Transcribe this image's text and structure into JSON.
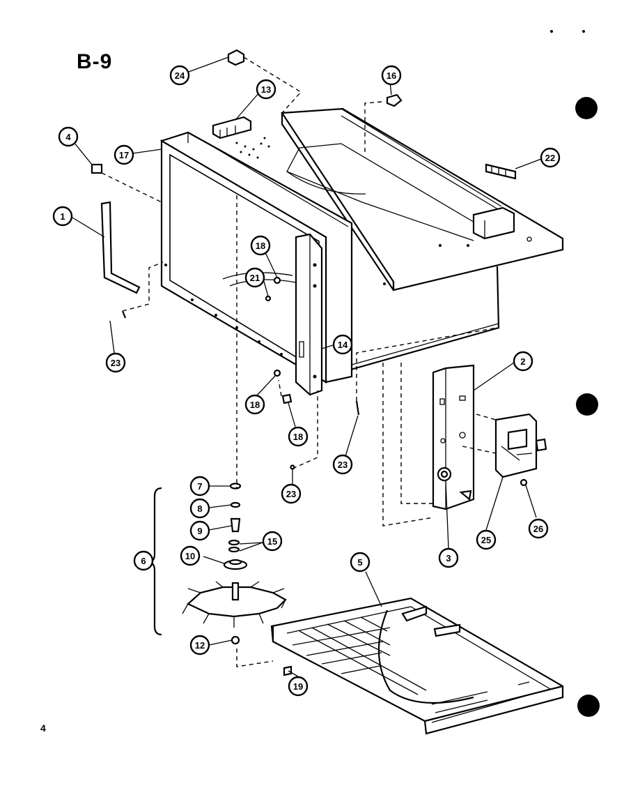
{
  "diagram": {
    "title": "B-9",
    "page_number": "4",
    "callouts": [
      {
        "id": "c24",
        "label": "24"
      },
      {
        "id": "c13",
        "label": "13"
      },
      {
        "id": "c16a",
        "label": "16"
      },
      {
        "id": "c4",
        "label": "4"
      },
      {
        "id": "c17",
        "label": "17"
      },
      {
        "id": "c22",
        "label": "22"
      },
      {
        "id": "c1",
        "label": "1"
      },
      {
        "id": "c18a",
        "label": "18"
      },
      {
        "id": "c21",
        "label": "21"
      },
      {
        "id": "c23a",
        "label": "23"
      },
      {
        "id": "c14",
        "label": "14"
      },
      {
        "id": "c18b",
        "label": "18"
      },
      {
        "id": "c18c",
        "label": "18"
      },
      {
        "id": "c23b",
        "label": "23"
      },
      {
        "id": "c23c",
        "label": "23"
      },
      {
        "id": "c2",
        "label": "2"
      },
      {
        "id": "c7",
        "label": "7"
      },
      {
        "id": "c8",
        "label": "8"
      },
      {
        "id": "c9",
        "label": "9"
      },
      {
        "id": "c15",
        "label": "15"
      },
      {
        "id": "c6",
        "label": "6"
      },
      {
        "id": "c10",
        "label": "10"
      },
      {
        "id": "c12",
        "label": "12"
      },
      {
        "id": "c5",
        "label": "5"
      },
      {
        "id": "c3",
        "label": "3"
      },
      {
        "id": "c25",
        "label": "25"
      },
      {
        "id": "c26",
        "label": "26"
      },
      {
        "id": "c19",
        "label": "19"
      }
    ]
  }
}
